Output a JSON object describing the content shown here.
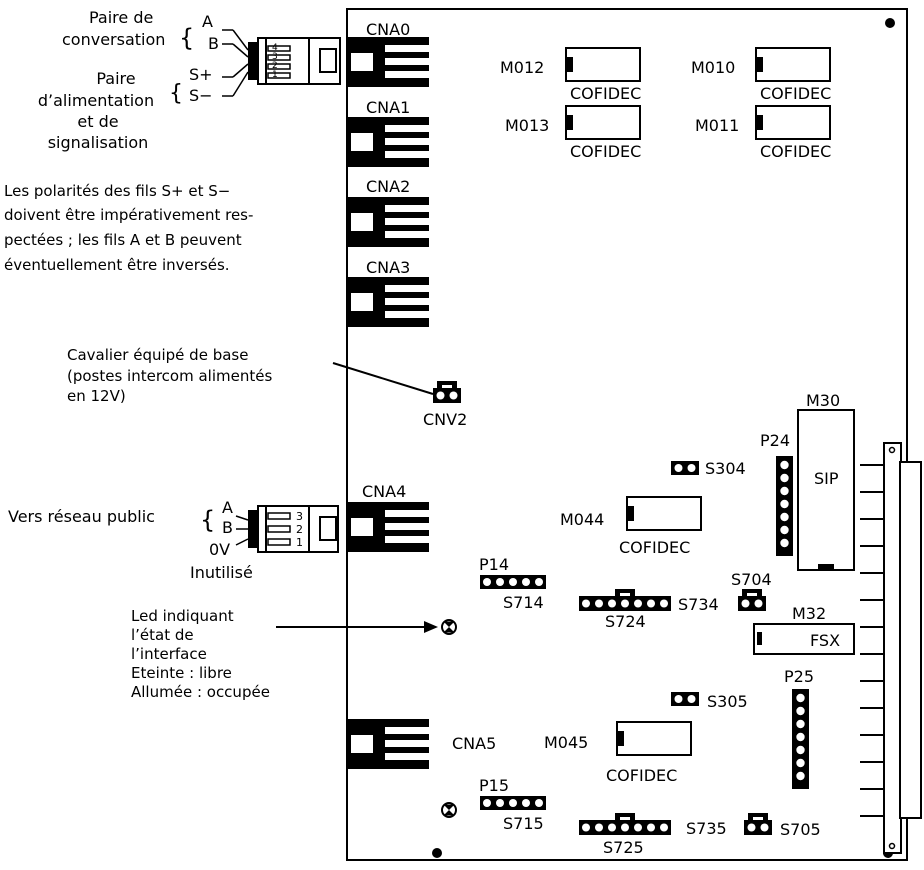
{
  "connectors": {
    "cna0": "CNA0",
    "cna1": "CNA1",
    "cna2": "CNA2",
    "cna3": "CNA3",
    "cna4": "CNA4",
    "cna5": "CNA5",
    "cnv2": "CNV2"
  },
  "chips": {
    "m012": "M012",
    "m010": "M010",
    "m013": "M013",
    "m011": "M011",
    "m044": "M044",
    "m045": "M045",
    "m30": "M30",
    "m32": "M32",
    "cofidec": "COFIDEC",
    "sip": "SIP",
    "fsx": "FSX"
  },
  "jumpers": {
    "p24": "P24",
    "p25": "P25",
    "p14": "P14",
    "p15": "P15",
    "s304": "S304",
    "s305": "S305",
    "s704": "S704",
    "s705": "S705",
    "s714": "S714",
    "s715": "S715",
    "s724": "S724",
    "s725": "S725",
    "s734": "S734",
    "s735": "S735"
  },
  "plug_top": {
    "line1": "Paire de",
    "line2": "conversation",
    "line3": "Paire",
    "line4": "d’alimentation",
    "line5": "et de",
    "line6": "signalisation",
    "wire_a": "A",
    "wire_b": "B",
    "wire_splus": "S+",
    "wire_sminus": "S−",
    "pin4": "4",
    "pin3": "3",
    "pin2": "2",
    "pin1": "1"
  },
  "polarity_note": {
    "line1": "Les polarités des fils S+ et S−",
    "line2": "doivent être impérativement res-",
    "line3": "pectées ; les fils A et B peuvent",
    "line4": "éventuellement être inversés."
  },
  "cavalier_note": {
    "line1": "Cavalier équipé de base",
    "line2": "(postes intercom alimentés",
    "line3": "en 12V)"
  },
  "plug_public": {
    "label": "Vers  réseau public",
    "wire_a": "A",
    "wire_b": "B",
    "wire_0v": "0V",
    "unused": "Inutilisé",
    "pin3": "3",
    "pin2": "2",
    "pin1": "1"
  },
  "led_note": {
    "line1": "Led indiquant",
    "line2": "l’état  de",
    "line3": "l’interface",
    "line4": "Eteinte : libre",
    "line5": "Allumée : occupée"
  }
}
